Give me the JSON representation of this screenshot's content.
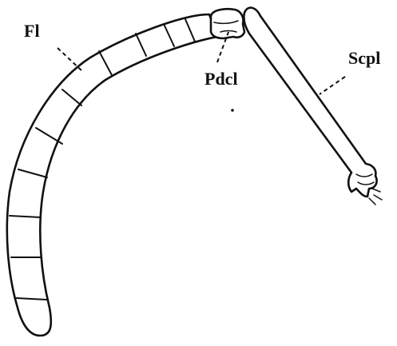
{
  "figure": {
    "labels": {
      "flagellum": "Fl",
      "pedicel": "Pdcl",
      "scape": "Scpl"
    },
    "colors": {
      "ink": "#111111",
      "background": "#ffffff"
    }
  }
}
